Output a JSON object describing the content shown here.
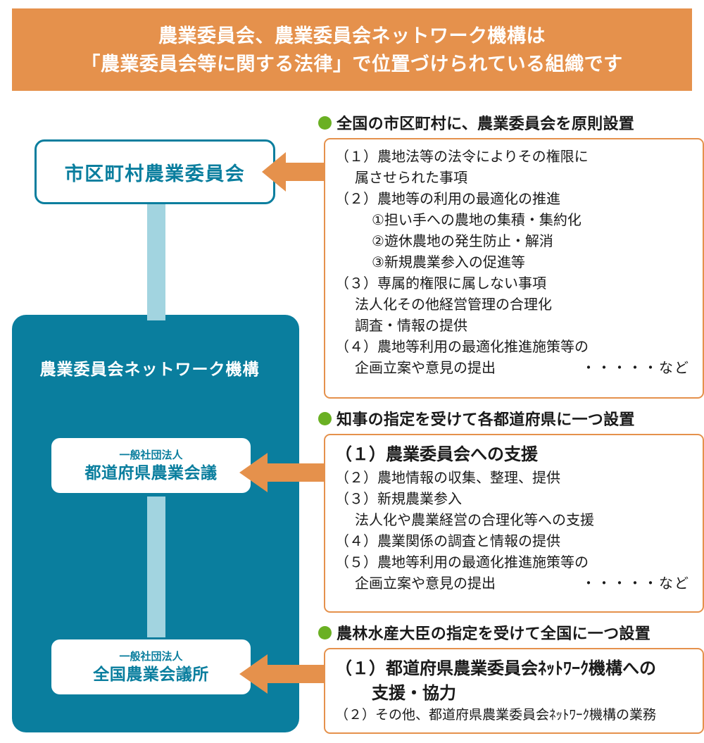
{
  "header": {
    "line1": "農業委員会、農業委員会ネットワーク機構は",
    "line2": "「農業委員会等に関する法律」で位置づけられている組織です"
  },
  "org_chart": {
    "top_box": {
      "title": "市区町村農業委員会"
    },
    "panel": {
      "label": "農業委員会ネットワーク機構"
    },
    "mid_box": {
      "sub": "一般社団法人",
      "main": "都道府県農業会議"
    },
    "bottom_box": {
      "sub": "一般社団法人",
      "main": "全国農業会議所"
    }
  },
  "sections": [
    {
      "heading": "全国の市区町村に、農業委員会を原則設置",
      "items": [
        "（１）農地法等の法令によりその権限に",
        "属させられた事項",
        "（２）農地等の利用の最適化の推進",
        "①担い手への農地の集積・集約化",
        "②遊休農地の発生防止・解消",
        "③新規農業参入の促進等",
        "（３）専属的権限に属しない事項",
        "法人化その他経営管理の合理化",
        "調査・情報の提供",
        "（４）農地等利用の最適化推進施策等の",
        "企画立案や意見の提出",
        "・・・・・など"
      ]
    },
    {
      "heading": "知事の指定を受けて各都道府県に一つ設置",
      "items": [
        "（１）農業委員会への支援",
        "（２）農地情報の収集、整理、提供",
        "（３）新規農業参入",
        "法人化や農業経営の合理化等への支援",
        "（４）農業関係の調査と情報の提供",
        "（５）農地等利用の最適化推進施策等の",
        "企画立案や意見の提出",
        "・・・・・など"
      ]
    },
    {
      "heading": "農林水産大臣の指定を受けて全国に一つ設置",
      "items": [
        "（１）都道府県農業委員会ﾈｯﾄﾜｰｸ機構への",
        "支援・協力",
        "（２）その他、都道府県農業委員会ﾈｯﾄﾜｰｸ機構の業務"
      ]
    }
  ],
  "colors": {
    "orange": "#e5914c",
    "teal": "#0a7e9e",
    "light_blue": "#a2d4e0",
    "green_bullet": "#6ab023",
    "text": "#1a1a1a"
  }
}
